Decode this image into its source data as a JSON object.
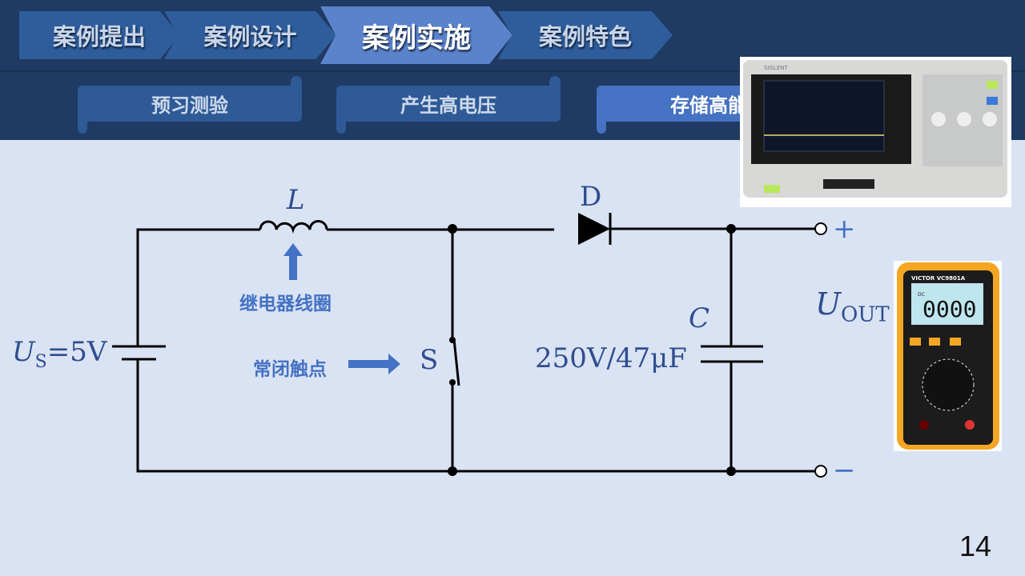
{
  "nav": {
    "tabs": [
      {
        "label": "案例提出"
      },
      {
        "label": "案例设计"
      },
      {
        "label": "案例实施",
        "active": true
      },
      {
        "label": "案例特色"
      }
    ],
    "subtabs": [
      {
        "label": "预习测验"
      },
      {
        "label": "产生高电压"
      },
      {
        "label": "存储高能",
        "active": true
      }
    ]
  },
  "circuit": {
    "inductor": "L",
    "diode": "D",
    "switch": "S",
    "capacitor": "C",
    "capacitor_value": "250V/47μF",
    "source_U": "U",
    "source_sub": "S",
    "source_value": "=5V",
    "out_U": "U",
    "out_sub": "OUT",
    "plus": "+",
    "minus": "−",
    "coil_label": "继电器线圈",
    "contact_label": "常闭触点"
  },
  "multimeter": {
    "brand": "VICTOR VC9801A",
    "display": "0000",
    "mode": "DC"
  },
  "oscilloscope": {
    "brand": "SIGLENT"
  },
  "page_number": "14"
}
